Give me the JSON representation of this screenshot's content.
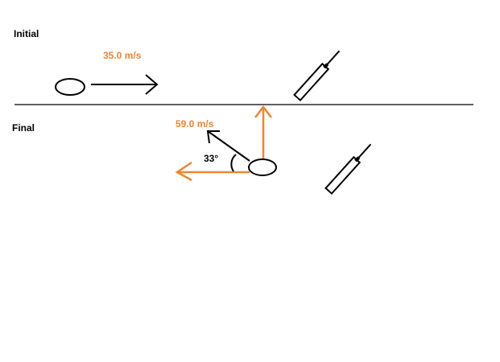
{
  "labels": {
    "initial": "Initial",
    "final": "Final",
    "initial_speed": "35.0 m/s",
    "final_speed": "59.0 m/s",
    "angle": "33°"
  },
  "colors": {
    "accent": "#f0852d",
    "ink": "#000000"
  }
}
